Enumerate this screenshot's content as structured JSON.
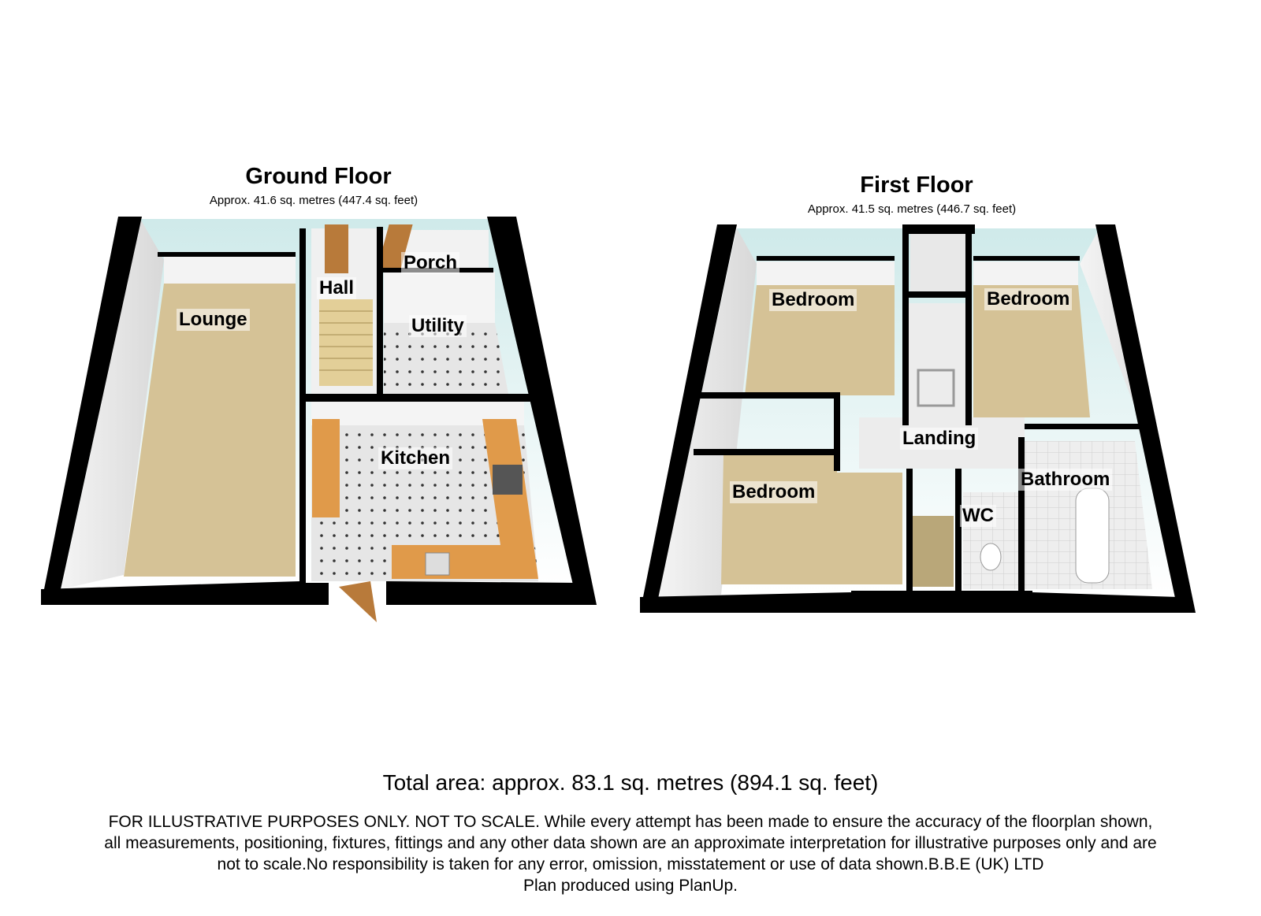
{
  "ground_floor": {
    "title": "Ground Floor",
    "area": "Approx. 41.6 sq. metres (447.4 sq. feet)",
    "rooms": [
      "Lounge",
      "Hall",
      "Porch",
      "Utility",
      "Kitchen"
    ]
  },
  "first_floor": {
    "title": "First Floor",
    "area": "Approx. 41.5 sq. metres (446.7 sq. feet)",
    "rooms": [
      "Bedroom",
      "Bedroom",
      "Landing",
      "Bedroom",
      "Bathroom",
      "WC"
    ]
  },
  "total_area": "Total area: approx. 83.1 sq. metres (894.1 sq. feet)",
  "disclaimer": [
    "FOR ILLUSTRATIVE PURPOSES ONLY. NOT TO SCALE. While every attempt has been made to ensure the accuracy of the floorplan shown,",
    "all measurements, positioning, fixtures, fittings and any other data shown are an approximate interpretation for illustrative purposes only and are",
    "not to scale.No responsibility is taken for any error, omission, misstatement or use of data shown.B.B.E (UK) LTD",
    "Plan produced using PlanUp."
  ],
  "colors": {
    "carpet": "#d5c296",
    "wall": "#000000",
    "counter": "#e09a4a",
    "tile": "#e4e4e4"
  }
}
